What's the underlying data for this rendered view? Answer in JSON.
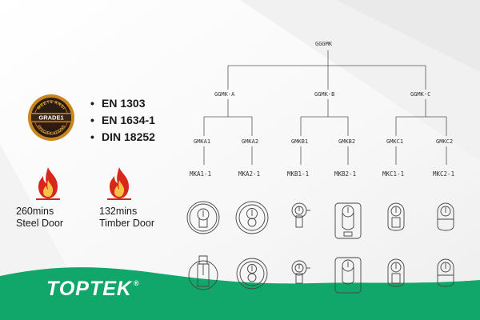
{
  "badge": {
    "top_text": "MEETS ANSI",
    "center_text": "GRADE1",
    "bottom_text": "SPECIFICATIONS"
  },
  "standards": [
    "EN   1303",
    "EN   1634-1",
    "DIN 18252"
  ],
  "fire_ratings": [
    {
      "duration": "260mins",
      "door": "Steel Door",
      "icon": "flame-icon",
      "color": "#d8281c"
    },
    {
      "duration": "132mins",
      "door": "Timber Door",
      "icon": "flame-icon",
      "color": "#d8281c"
    }
  ],
  "tree": {
    "root": "GGGMK",
    "groups": [
      {
        "label": "GGMK-A",
        "children": [
          {
            "label": "GMKA1",
            "leaf": "MKA1-1"
          },
          {
            "label": "GMKA2",
            "leaf": "MKA2-1"
          }
        ]
      },
      {
        "label": "GGMK-B",
        "children": [
          {
            "label": "GMKB1",
            "leaf": "MKB1-1"
          },
          {
            "label": "GMKB2",
            "leaf": "MKB2-1"
          }
        ]
      },
      {
        "label": "GGMK-C",
        "children": [
          {
            "label": "GMKC1",
            "leaf": "MKC1-1"
          },
          {
            "label": "GMKC2",
            "leaf": "MKC2-1"
          }
        ]
      }
    ]
  },
  "cylinders": {
    "row1": [
      "round-rose-cylinder-icon",
      "round-rose-cylinder-icon",
      "cam-cylinder-icon",
      "plate-cylinder-icon",
      "euro-cylinder-icon",
      "euro-cylinder-icon"
    ],
    "row2": [
      "round-rose-cylinder-icon",
      "round-rose-cylinder-icon",
      "cam-cylinder-icon",
      "plate-cylinder-icon",
      "euro-cylinder-icon",
      "euro-cylinder-icon"
    ]
  },
  "brand": {
    "name": "TOPTEK",
    "mark": "®"
  },
  "colors": {
    "brand_green": "#12a76a",
    "badge_gold": "#c9851e",
    "badge_dark": "#2a1c10",
    "flame_red": "#d8281c"
  }
}
